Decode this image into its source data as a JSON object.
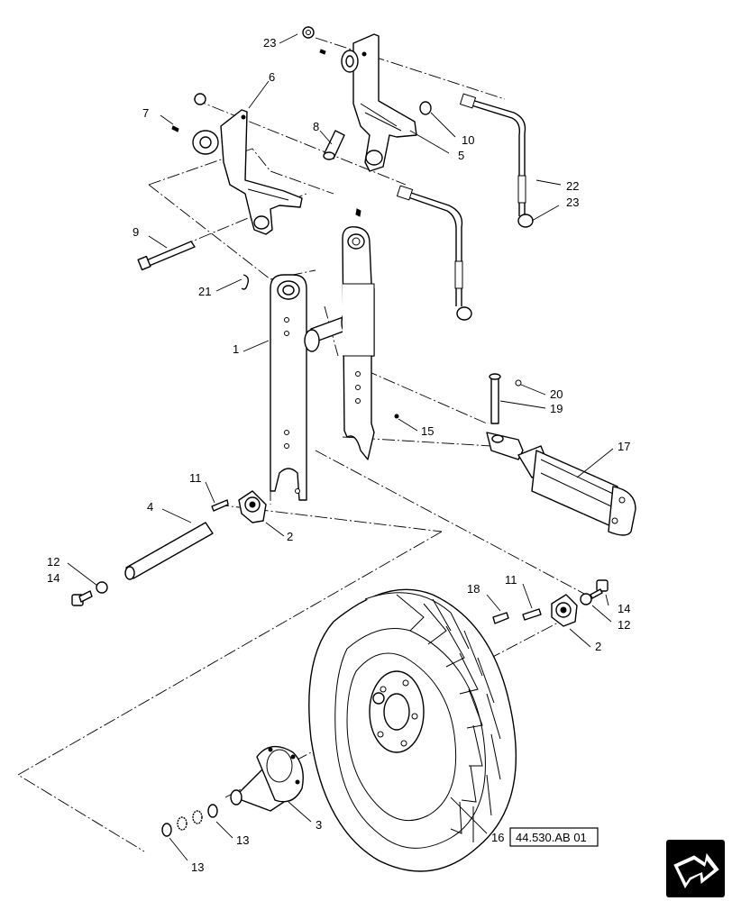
{
  "callouts": {
    "c23a": "23",
    "c6": "6",
    "c7": "7",
    "c8": "8",
    "c10": "10",
    "c5": "5",
    "c22": "22",
    "c23b": "23",
    "c9": "9",
    "c21": "21",
    "c1": "1",
    "c15": "15",
    "c20": "20",
    "c19": "19",
    "c17": "17",
    "c11a": "11",
    "c2a": "2",
    "c4": "4",
    "c12a": "12",
    "c14a": "14",
    "c18": "18",
    "c11b": "11",
    "c14b": "14",
    "c12b": "12",
    "c2b": "2",
    "c3": "3",
    "c13a": "13",
    "c13b": "13",
    "c16": "16"
  },
  "reference_box": {
    "text": "44.530.AB 01"
  },
  "nav": {
    "icon": "next-page-arrow-icon"
  }
}
